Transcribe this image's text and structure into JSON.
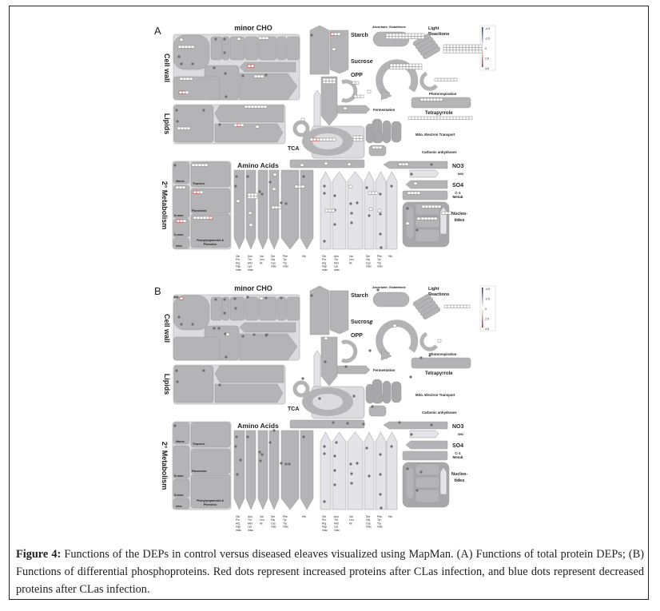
{
  "panels": [
    {
      "label": "A",
      "title": "Functions of total protein DEPs"
    },
    {
      "label": "B",
      "title": "Functions of differential phosphoproteins"
    }
  ],
  "map_labels": {
    "minor_cho": "minor CHO",
    "cell_wall": "Cell wall",
    "lipids": "Lipids",
    "secondary_metabolism": "2° Metabolism",
    "waxes": "Waxes",
    "terpenes": "Terpenes",
    "flavonoids": "Flavonoids",
    "n_misc": "N-misc",
    "s_misc": "S-misc",
    "misc": "misc",
    "phenylpropanoids_1": "Phenylpropanoids &",
    "phenylpropanoids_2": "Phenolics",
    "amino_acids": "Amino Acids",
    "starch": "Starch",
    "sucrose": "Sucrose",
    "opp": "OPP",
    "fermentation": "Fermentation",
    "tca": "TCA",
    "ascorbate": "Ascorbate, Glutathione",
    "light_1": "Light",
    "light_2": "Reactions",
    "photorespiration": "Photorespiration",
    "tetrapyrrole": "Tetrapyrrole",
    "mito": "Mito. Electron Transport",
    "carbonic": "Carbonic anhydrases",
    "no3": "NO3",
    "nh3": "NH3",
    "so4": "SO4",
    "c1_1": "C-1",
    "c1_2": "Metab",
    "nucleo_1": "Nucleo-",
    "nucleo_2": "tides"
  },
  "amino_acid_groups": [
    [
      "Gln",
      "Pro",
      "Arg",
      "Hyp",
      "misc"
    ],
    [
      "Asn",
      "Thr",
      "Met",
      "Lys",
      "misc"
    ],
    [
      "Val",
      "Leu",
      "Ile"
    ],
    [
      "Ser",
      "Gly",
      "Cys",
      "misc"
    ],
    [
      "Phe",
      "Tyr",
      "Trp",
      "misc"
    ],
    [
      "His"
    ]
  ],
  "legend": {
    "ticks": [
      "-4.5",
      "-2.5",
      "0",
      "2.5",
      "4.5"
    ],
    "colors": {
      "low": "#1a237e",
      "mid": "#ffffff",
      "high": "#b71c1c"
    }
  },
  "colors": {
    "background_group": "#dcdce0",
    "block": "#b4b4b6",
    "block_dark": "#a8a8aa",
    "block_light": "#e4e4e8",
    "dot": "#6f6f71",
    "increased": "#c62828",
    "decreased": "#283593"
  },
  "caption": {
    "label": "Figure 4:",
    "text": "Functions of the DEPs in control versus diseased eleaves visualized using MapMan. (A) Functions of total protein DEPs; (B) Functions of differential phosphoproteins. Red dots represent increased proteins after CLas infection, and blue dots represent decreased proteins after CLas infection."
  }
}
